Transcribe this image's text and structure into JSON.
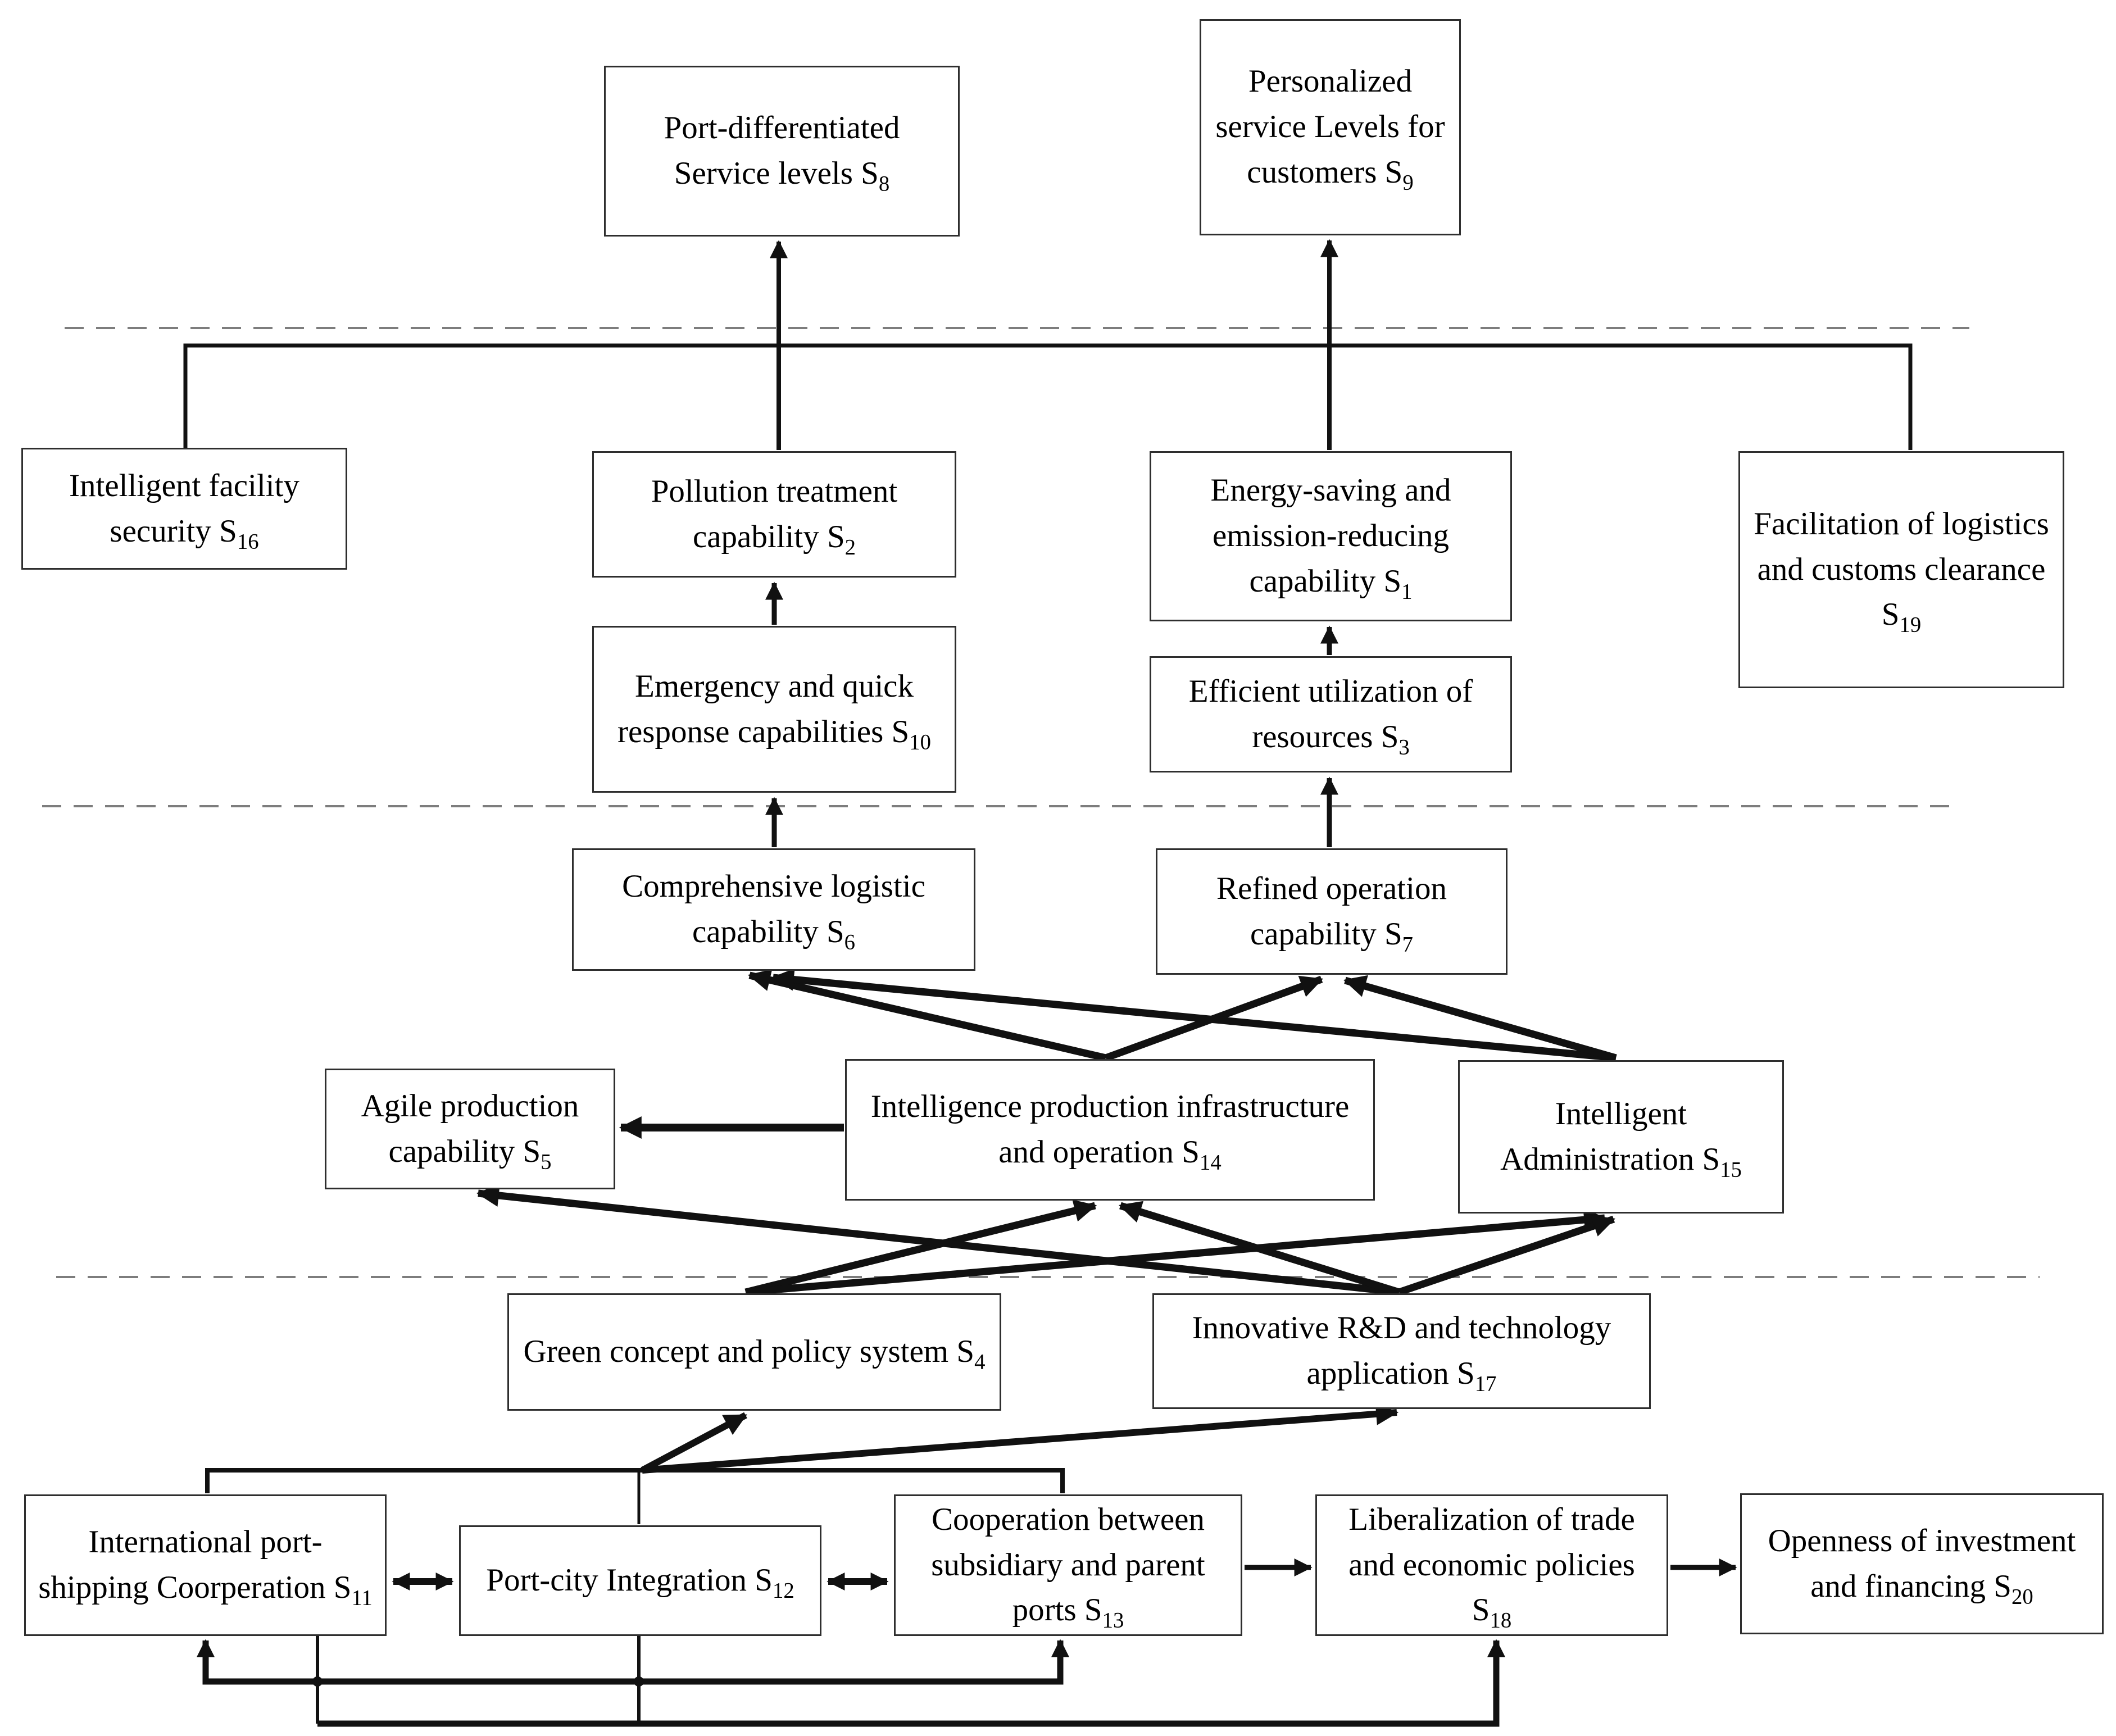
{
  "nodes": {
    "s8": {
      "text": "Port-differentiated Service levels S",
      "sub": "8"
    },
    "s9": {
      "text": "Personalized service Levels for customers S",
      "sub": "9"
    },
    "s16": {
      "text": "Intelligent facility security S",
      "sub": "16"
    },
    "s2": {
      "text": "Pollution treatment capability S",
      "sub": "2"
    },
    "s1": {
      "text": "Energy-saving and emission-reducing capability S",
      "sub": "1"
    },
    "s19": {
      "text": "Facilitation of logistics and customs clearance S",
      "sub": "19"
    },
    "s10": {
      "text": "Emergency and quick response capabilities S",
      "sub": "10"
    },
    "s3": {
      "text": "Efficient utilization of resources S",
      "sub": "3"
    },
    "s6": {
      "text": "Comprehensive logistic capability S",
      "sub": "6"
    },
    "s7": {
      "text": "Refined operation capability S",
      "sub": "7"
    },
    "s5": {
      "text": "Agile production capability S",
      "sub": "5"
    },
    "s14": {
      "text": "Intelligence production infrastructure and operation S",
      "sub": "14"
    },
    "s15": {
      "text": "Intelligent Administration S",
      "sub": "15"
    },
    "s4": {
      "text": "Green concept and policy system S",
      "sub": "4"
    },
    "s17": {
      "text": "Innovative R&D and technology application S",
      "sub": "17"
    },
    "s11": {
      "text": "International port-shipping Coorperation S",
      "sub": "11"
    },
    "s12": {
      "text": "Port-city Integration S",
      "sub": "12"
    },
    "s13": {
      "text": "Cooperation between subsidiary and parent ports S",
      "sub": "13"
    },
    "s18": {
      "text": "Liberalization of trade and economic policies S",
      "sub": "18"
    },
    "s20": {
      "text": "Openness of investment and financing S",
      "sub": "20"
    }
  },
  "colors": {
    "line": "#111111",
    "dashed_divider": "#7d7d7d",
    "box_border": "#2e2e2e",
    "background": "#ffffff"
  }
}
